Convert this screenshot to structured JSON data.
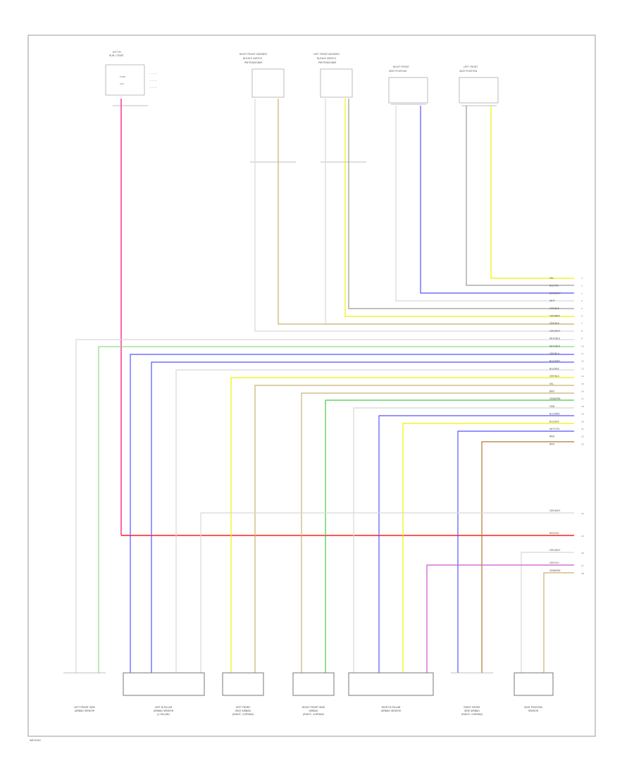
{
  "caption_code": "W8T4903",
  "wire_colors": {
    "white": "#d8d8d8",
    "gray": "#9a9a9a",
    "pink": "#ff66aa",
    "red": "#ff5555",
    "blue": "#5555ff",
    "yellow": "#f0f000",
    "tan": "#c8b070",
    "brown": "#b07830",
    "green": "#44cc44",
    "violet": "#cc55cc",
    "lightgreen": "#88dd88"
  },
  "top_components": [
    {
      "id": "fuse",
      "lines": [
        "HOT IN",
        "RUN / START"
      ],
      "notes": [
        "FUSE",
        "15A"
      ]
    },
    {
      "id": "rf-buckle",
      "lines": [
        "RIGHT FRONT SEATBELT",
        "BUCKLE SWITCH",
        "PRETENSIONER"
      ]
    },
    {
      "id": "lf-buckle",
      "lines": [
        "LEFT FRONT SEATBELT",
        "BUCKLE SWITCH",
        "PRETENSIONER"
      ]
    },
    {
      "id": "rf-seat",
      "lines": [
        "RIGHT FRONT",
        "SEAT POSITION"
      ]
    },
    {
      "id": "lf-seat",
      "lines": [
        "LEFT FRONT",
        "SEAT POSITION"
      ]
    }
  ],
  "right_labels": [
    "YEL",
    "BLU/YEL",
    "BRN/WHT",
    "WHT",
    "GRY/BLK",
    "GRY/BRN",
    "GRY/BLK",
    "GRY/WHT",
    "WHT/BLU",
    "WHT/BLK",
    "GRY/BLU",
    "BLU/WHT",
    "BLU/BLK",
    "GRY/BLU",
    "YEL",
    "BRN",
    "GRN/BRN",
    "GRN",
    "BLU/BRN",
    "BLU/BLK",
    "WHT/YEL",
    "BRN",
    "BRN"
  ],
  "right_pins": [
    "1",
    "2",
    "3",
    "4",
    "5",
    "6",
    "7",
    "8",
    "9",
    "10",
    "11",
    "12",
    "13",
    "14",
    "15",
    "16",
    "17",
    "18",
    "19",
    "20",
    "21",
    "22",
    "23"
  ],
  "lower_right_labels": [
    "GRY/WHT",
    "RED/YEL",
    "GRY/WHT",
    "GRY/VIO",
    "GRN/BRN"
  ],
  "lower_right_pins": [
    "24",
    "25",
    "26",
    "27",
    "28"
  ],
  "bottom_components": [
    {
      "id": "lf-side-sensor",
      "caption": [
        "LEFT FRONT SIDE",
        "AIRBAG SENSOR"
      ]
    },
    {
      "id": "l-b-pillar",
      "caption": [
        "LEFT B-PILLAR",
        "AIRBAG SENSOR",
        "(C-PILLAR)"
      ]
    },
    {
      "id": "lf-airbag",
      "caption": [
        "LEFT FRONT",
        "SEAT AIRBAG",
        "(RIGHT, CURTAIN)"
      ]
    },
    {
      "id": "rf-airbag",
      "caption": [
        "RIGHT FRONT SIDE",
        "AIRBAG",
        "(RIGHT, CURTAIN)"
      ]
    },
    {
      "id": "r-b-pillar",
      "caption": [
        "RIGHT B-PILLAR",
        "AIRBAG SENSOR"
      ]
    },
    {
      "id": "rf-sensor",
      "caption": [
        "RIGHT FRONT",
        "SIDE AIRBAG",
        "(RIGHT, CURTAIN)"
      ]
    },
    {
      "id": "occ-sensor",
      "caption": [
        "SEAT POSITION",
        "SENSOR"
      ]
    }
  ]
}
